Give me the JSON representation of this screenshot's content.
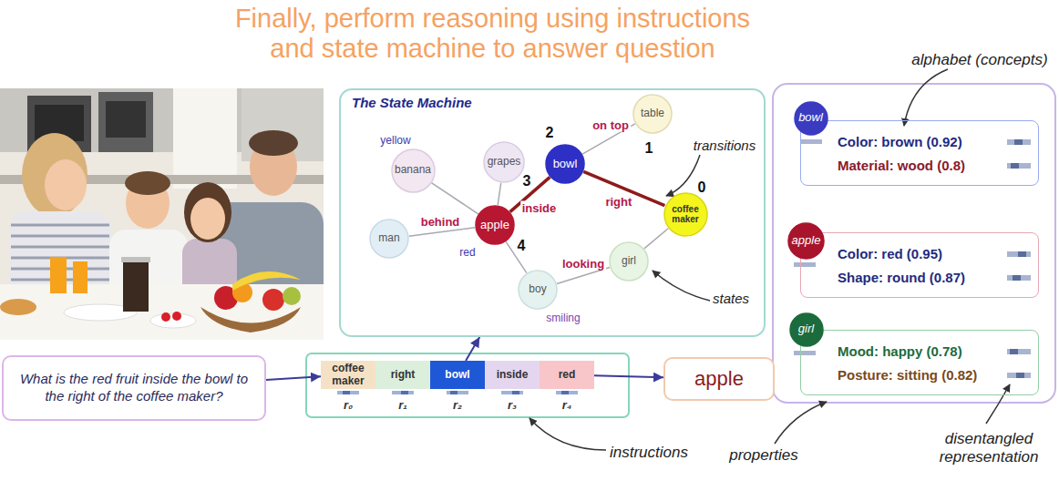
{
  "diagram": {
    "title": "Finally, perform reasoning using instructions and state machine to answer question",
    "nodes": [
      {
        "text": [
          "The State Machine"
        ]
      },
      {
        "text": [
          "table"
        ],
        "in": 0
      },
      {
        "text": [
          "bowl"
        ],
        "in": 0
      },
      {
        "text": [
          "coffee maker"
        ],
        "in": 0
      },
      {
        "text": [
          "grapes"
        ],
        "in": 0
      },
      {
        "text": [
          "banana"
        ],
        "in": 0
      },
      {
        "text": [
          "man"
        ],
        "in": 0
      },
      {
        "text": [
          "apple"
        ],
        "in": 0
      },
      {
        "text": [
          "boy"
        ],
        "in": 0
      },
      {
        "text": [
          "girl"
        ],
        "in": 0
      },
      {
        "text": [
          "Color: brown (0.92)",
          "Material: wood (0.8)"
        ]
      },
      {
        "text": [
          "bowl"
        ],
        "in": 10
      },
      {
        "text": [
          "Color: red (0.95)",
          "Shape: round (0.87)"
        ]
      },
      {
        "text": [
          "apple"
        ],
        "in": 12
      },
      {
        "text": [
          "Mood: happy (0.78)",
          "Posture: sitting (0.82)"
        ]
      },
      {
        "text": [
          "girl"
        ],
        "in": 14
      },
      {
        "text": [
          "What is the red fruit inside the bowl to the right of the coffee maker?"
        ]
      },
      {
        "text": [
          "coffee maker"
        ]
      },
      {
        "text": [
          "right"
        ]
      },
      {
        "text": [
          "bowl"
        ]
      },
      {
        "text": [
          "inside"
        ]
      },
      {
        "text": [
          "red"
        ]
      },
      {
        "text": [
          "apple"
        ]
      }
    ],
    "edges": [
      {
        "from": 1,
        "to": 2,
        "label": "on top",
        "arrow": "none"
      },
      {
        "from": 2,
        "to": 3,
        "label": "right",
        "arrow": "none"
      },
      {
        "from": 7,
        "to": 2,
        "label": "inside",
        "arrow": "none"
      },
      {
        "from": 4,
        "to": 7,
        "arrow": "none"
      },
      {
        "from": 5,
        "to": 7,
        "arrow": "none"
      },
      {
        "from": 6,
        "to": 7,
        "label": "behind",
        "arrow": "none"
      },
      {
        "from": 7,
        "to": 8,
        "arrow": "none"
      },
      {
        "from": 8,
        "to": 9,
        "label": "looking",
        "arrow": "none"
      },
      {
        "from": 9,
        "to": 3,
        "arrow": "none"
      },
      {
        "from": 16,
        "to": 17,
        "arrow": "to"
      },
      {
        "from": 19,
        "to": 0,
        "arrow": "to"
      },
      {
        "from": 21,
        "to": 22,
        "arrow": "to"
      }
    ],
    "labels": [
      "0",
      "1",
      "2",
      "3",
      "4",
      "yellow",
      "red",
      "smiling",
      "transitions",
      "states",
      "alphabet (concepts)",
      "properties",
      "disentangled representation",
      "r₀",
      "r₁",
      "r₂",
      "r₃",
      "r₄",
      "instructions"
    ]
  }
}
